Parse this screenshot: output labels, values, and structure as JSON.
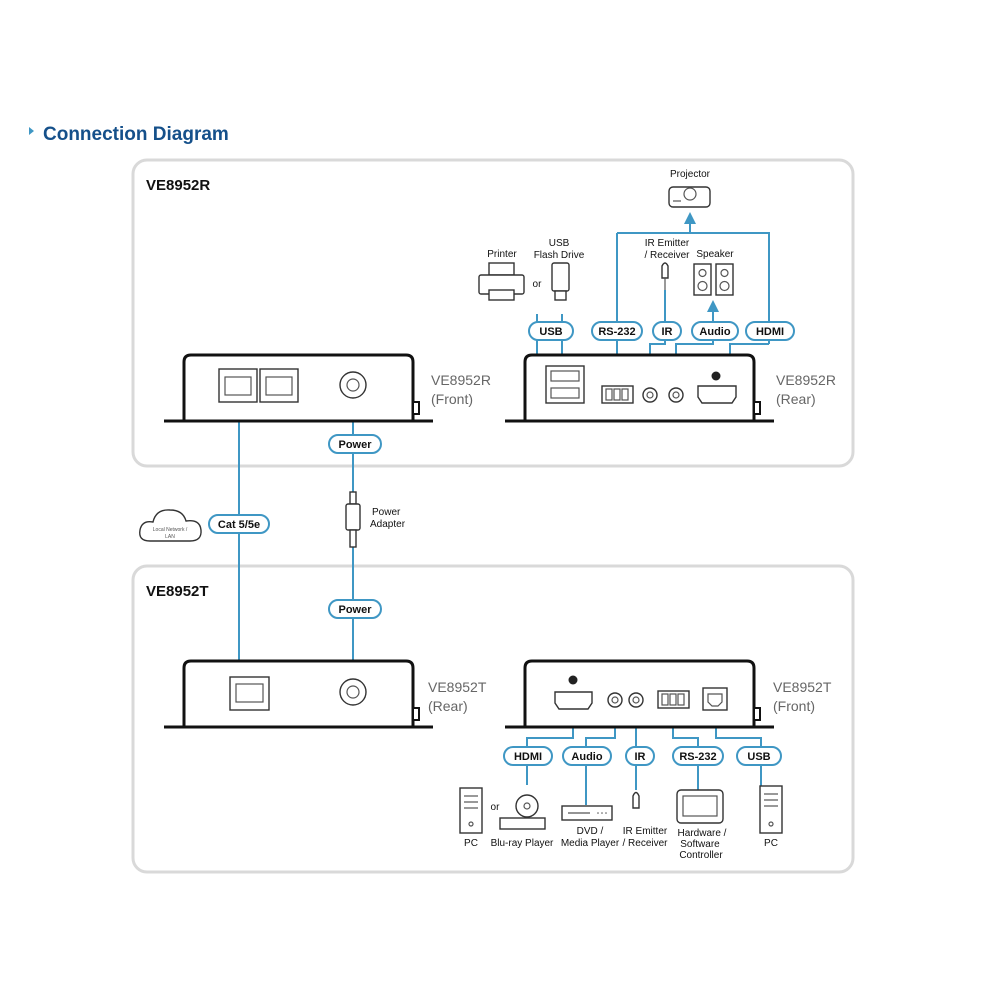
{
  "title": "Connection Diagram",
  "panels": {
    "receiver": "VE8952R",
    "transmitter": "VE8952T"
  },
  "device_labels": {
    "r_front_1": "VE8952R",
    "r_front_2": "(Front)",
    "r_rear_1": "VE8952R",
    "r_rear_2": "(Rear)",
    "t_rear_1": "VE8952T",
    "t_rear_2": "(Rear)",
    "t_front_1": "VE8952T",
    "t_front_2": "(Front)"
  },
  "pills": {
    "usb": "USB",
    "rs232": "RS-232",
    "ir": "IR",
    "audio": "Audio",
    "hdmi": "HDMI",
    "power": "Power",
    "cat": "Cat 5/5e"
  },
  "labels": {
    "projector": "Projector",
    "printer": "Printer",
    "usb_flash_1": "USB",
    "usb_flash_2": "Flash Drive",
    "or": "or",
    "ir_emitter_1": "IR Emitter",
    "ir_emitter_2": "/ Receiver",
    "speaker": "Speaker",
    "power_adapter_1": "Power",
    "power_adapter_2": "Adapter",
    "lan_1": "Local Network /",
    "lan_2": "LAN",
    "pc": "PC",
    "bluray": "Blu-ray Player",
    "dvd_1": "DVD /",
    "dvd_2": "Media Player",
    "ir_emitter_t_1": "IR Emitter",
    "ir_emitter_t_2": "/ Receiver",
    "hw_1": "Hardware /",
    "hw_2": "Software",
    "hw_3": "Controller"
  },
  "colors": {
    "accent": "#3f97c4",
    "title": "#15508a",
    "panel_border": "#d9d9d9"
  }
}
